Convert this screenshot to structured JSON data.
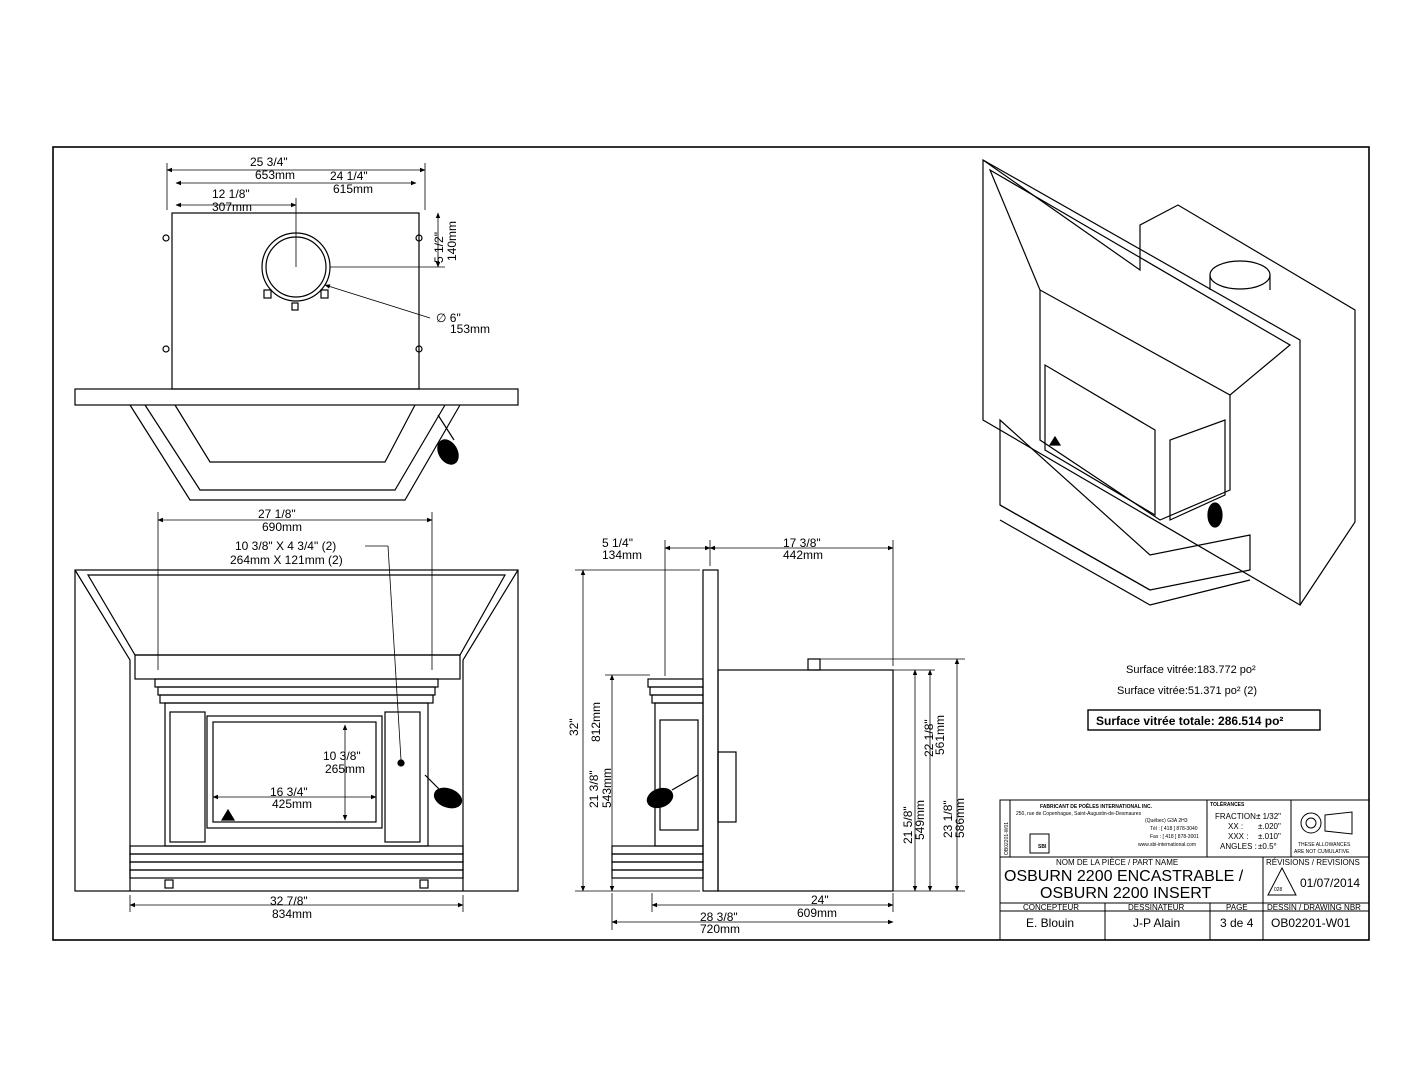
{
  "top_view": {
    "overall_width": "25  3/4\"",
    "overall_width_mm": "653mm",
    "body_width": "24  1/4\"",
    "body_width_mm": "615mm",
    "flue_center_x": "12  1/8\"",
    "flue_center_x_mm": "307mm",
    "flue_center_y": "5  1/2\"",
    "flue_center_y_mm": "140mm",
    "flue_diameter": "∅ 6\"",
    "flue_diameter_mm": "153mm"
  },
  "front_view": {
    "opening_width": "27  1/8\"",
    "opening_width_mm": "690mm",
    "glass_size": "10 3/8\" X 4 3/4\" (2)",
    "glass_size_mm": "264mm X 121mm (2)",
    "glass_height": "10  3/8\"",
    "glass_height_mm": "265mm",
    "glass_width": "16  3/4\"",
    "glass_width_mm": "425mm",
    "overall_width": "32  7/8\"",
    "overall_width_mm": "834mm"
  },
  "side_view": {
    "front_depth": "5  1/4\"",
    "front_depth_mm": "134mm",
    "body_depth_top": "17  3/8\"",
    "body_depth_top_mm": "442mm",
    "overall_height": "32\"",
    "overall_height_mm": "812mm",
    "front_height": "21  3/8\"",
    "front_height_mm": "543mm",
    "body_height": "21  5/8\"",
    "body_height_mm": "549mm",
    "body_height_b": "22  1/8\"",
    "body_height_b_mm": "561mm",
    "body_height_c": "23  1/8\"",
    "body_height_c_mm": "586mm",
    "body_depth": "24\"",
    "body_depth_mm": "609mm",
    "overall_depth": "28  3/8\"",
    "overall_depth_mm": "720mm"
  },
  "notes": {
    "glass_area_1": "Surface vitrée:183.772 po²",
    "glass_area_2": "Surface vitrée:51.371 po² (2)",
    "glass_area_total": "Surface vitrée totale: 286.514 po²"
  },
  "title_block": {
    "company": "FABRICANT DE POÊLES INTERNATIONAL INC.",
    "address": "250, rue de Copenhague, Saint-Augustin-de-Desmaures",
    "city": "(Québec) G3A 2H3",
    "tel": "Tél : [ 418 ] 878-3040",
    "fax": "Fax : [ 418 ] 878-3001",
    "web": "www.sbi-international.com",
    "side_tab": "OB02201-W01",
    "logo_text": "SBI",
    "tolerances_label": "TOLÉRANCES",
    "tol_fraction_label": "FRACTION :",
    "tol_fraction": "± 1/32\"",
    "tol_xx_label": "XX :",
    "tol_xx": "±.020\"",
    "tol_xxx_label": "XXX :",
    "tol_xxx": "±.010\"",
    "tol_angles_label": "ANGLES :",
    "tol_angles": "±0.5°",
    "tol_note_1": "THESE ALLOWANCES",
    "tol_note_2": "ARE NOT CUMULATIVE",
    "part_name_label": "NOM DE LA PIÈCE / PART NAME",
    "part_name_1": "OSBURN 2200 ENCASTRABLE  /",
    "part_name_2": "OSBURN 2200 INSERT",
    "revisions_label": "RÉVISIONS / REVISIONS",
    "revision_code": "028",
    "revision_date": "01/07/2014",
    "designer_label": "CONCEPTEUR",
    "designer": "E. Blouin",
    "drafter_label": "DESSINATEUR",
    "drafter": "J-P Alain",
    "page_label": "PAGE",
    "page": "3 de 4",
    "drawing_nbr_label": "DESSIN / DRAWING NBR",
    "drawing_nbr": "OB02201-W01"
  }
}
